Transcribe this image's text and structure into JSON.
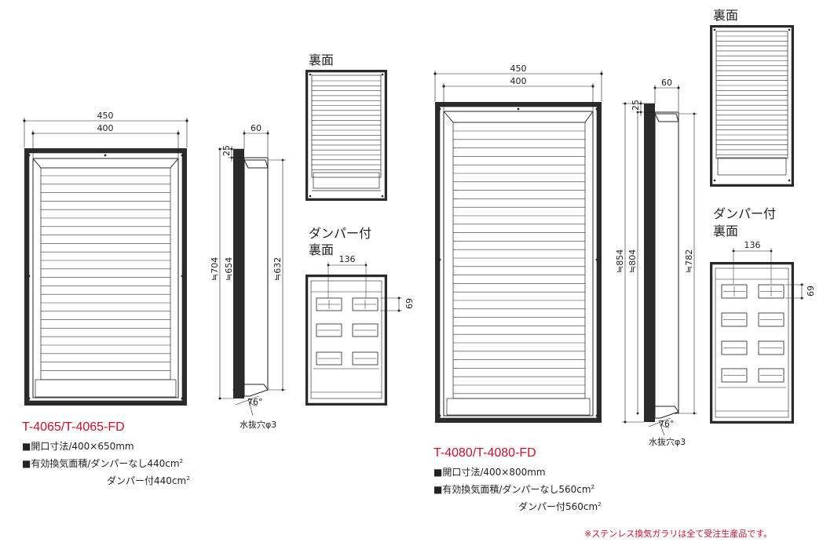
{
  "left": {
    "front_dims": {
      "outer_width": "450",
      "inner_width": "400"
    },
    "side_dims": {
      "depth": "60",
      "flange": "25",
      "h_outer": "≒704",
      "h_inner": "≒654",
      "h_louver": "≒632",
      "angle": "76°",
      "drain": "水抜穴φ3"
    },
    "back_label": "裏面",
    "damper_label_1": "ダンパー付",
    "damper_label_2": "裏面",
    "damper_dims": {
      "width": "136",
      "height": "69"
    },
    "model": "T-4065/T-4065-FD",
    "spec": {
      "opening": "■開口寸法/400×650mm",
      "area_prefix": "■有効換気面積/ダンパーなし440cm",
      "area_sup": "2",
      "damper_prefix": "ダンパー付440cm",
      "damper_sup": "2"
    }
  },
  "right": {
    "front_dims": {
      "outer_width": "450",
      "inner_width": "400"
    },
    "side_dims": {
      "depth": "60",
      "flange": "25",
      "h_outer": "≒854",
      "h_inner": "≒804",
      "h_louver": "≒782",
      "angle": "76°",
      "drain": "水抜穴φ3"
    },
    "back_label": "裏面",
    "damper_label_1": "ダンパー付",
    "damper_label_2": "裏面",
    "damper_dims": {
      "width": "136",
      "height": "69"
    },
    "model": "T-4080/T-4080-FD",
    "spec": {
      "opening": "■開口寸法/400×800mm",
      "area_prefix": "■有効換気面積/ダンパーなし560cm",
      "area_sup": "2",
      "damper_prefix": "ダンパー付560cm",
      "damper_sup": "2"
    }
  },
  "footnote": "※ステンレス換気ガラリは全て受注生産品です。"
}
